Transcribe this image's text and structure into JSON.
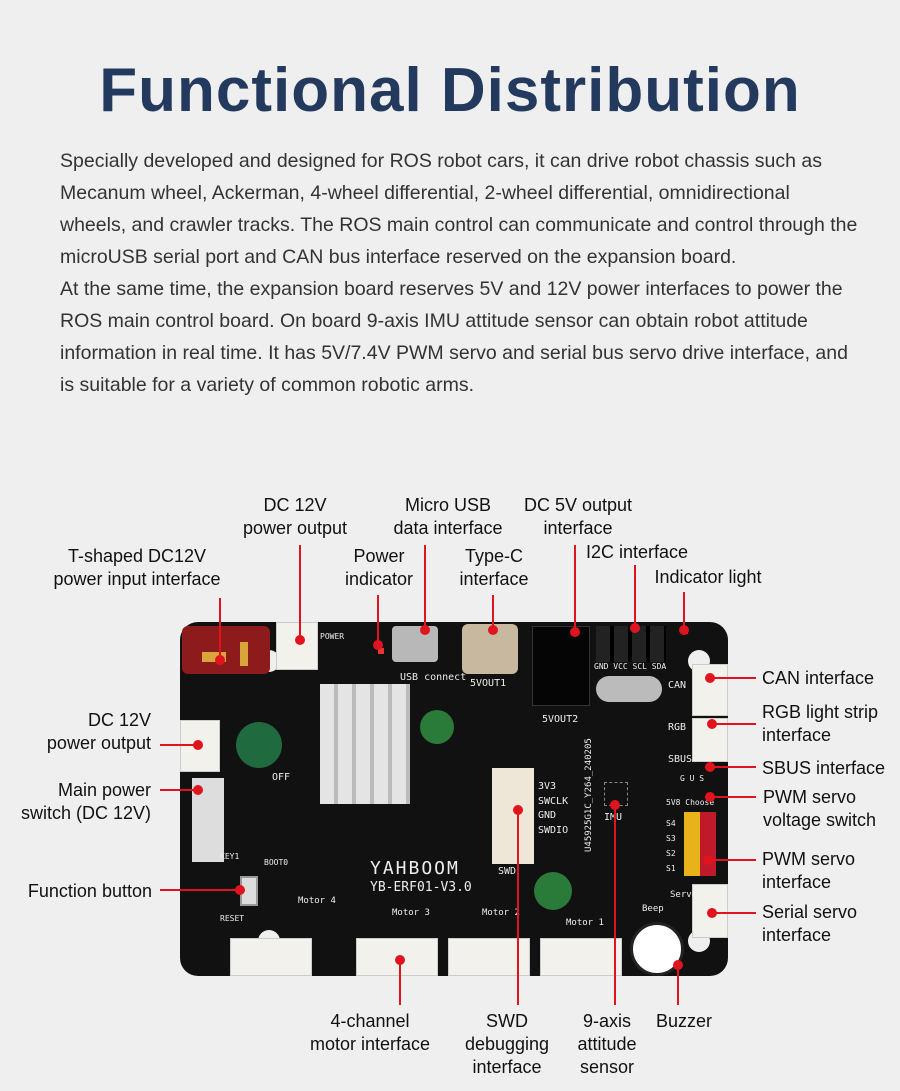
{
  "title": "Functional Distribution",
  "description": [
    "Specially developed and designed for ROS robot cars, it can drive robot chassis such as Mecanum wheel, Ackerman, 4-wheel differential, 2-wheel differential, omnidirectional wheels, and crawler tracks. The ROS main control can communicate and control through the microUSB serial port and CAN bus interface reserved on the expansion board.",
    "At the same time, the expansion board reserves 5V and 12V power interfaces to power the ROS main control board. On board 9-axis IMU attitude sensor can obtain robot attitude information in real time. It has 5V/7.4V PWM servo and serial bus servo drive interface, and is suitable for a variety of common robotic arms."
  ],
  "callouts": {
    "dc12_top": [
      "DC 12V",
      "power output"
    ],
    "tshaped": [
      "T-shaped DC12V",
      "power input interface"
    ],
    "power_ind": [
      "Power",
      "indicator"
    ],
    "micro_usb": [
      "Micro USB",
      "data interface"
    ],
    "typec": [
      "Type-C",
      "interface"
    ],
    "dc5v": [
      "DC 5V output",
      "interface"
    ],
    "i2c": "I2C interface",
    "ind_light": "Indicator light",
    "can": "CAN interface",
    "rgb": [
      "RGB light strip",
      "interface"
    ],
    "sbus": "SBUS interface",
    "pwm_switch": [
      "PWM servo",
      "voltage switch"
    ],
    "pwm": [
      "PWM servo",
      "interface"
    ],
    "serial_servo": [
      "Serial servo",
      "interface"
    ],
    "dc12_left": [
      "DC 12V",
      "power output"
    ],
    "main_switch": [
      "Main power",
      "switch (DC 12V)"
    ],
    "func_button": "Function button",
    "motor": [
      "4-channel",
      "motor interface"
    ],
    "swd": [
      "SWD",
      "debugging",
      "interface"
    ],
    "imu": [
      "9-axis",
      "attitude",
      "sensor"
    ],
    "buzzer": "Buzzer"
  },
  "board": {
    "brand": "YAHBOOM",
    "model": "YB-ERF01-V3.0",
    "motors": [
      "Motor 1",
      "Motor 2",
      "Motor 3",
      "Motor 4"
    ],
    "swd_pins": [
      "3V3",
      "SWCLK",
      "GND",
      "SWDIO"
    ],
    "swd": "SWD",
    "imu": "IMU",
    "beep": "Beep",
    "servo": "Servo",
    "can": "CAN",
    "rgb": "RGB",
    "sbus": "SBUS",
    "gus": "G U S",
    "choose": "5V8 Choose",
    "pwm": [
      "S4",
      "S3",
      "S2",
      "S1"
    ],
    "i2c_pins": "GND VCC SCL SDA",
    "usb": "USB connect",
    "vout1": "5VOUT1",
    "vout2": "5VOUT2",
    "power": "POWER",
    "off": "OFF",
    "key": "KEY1",
    "boot": "BOOT0",
    "reset": "RESET",
    "serial": "U45925G1C_Y264_240205"
  }
}
